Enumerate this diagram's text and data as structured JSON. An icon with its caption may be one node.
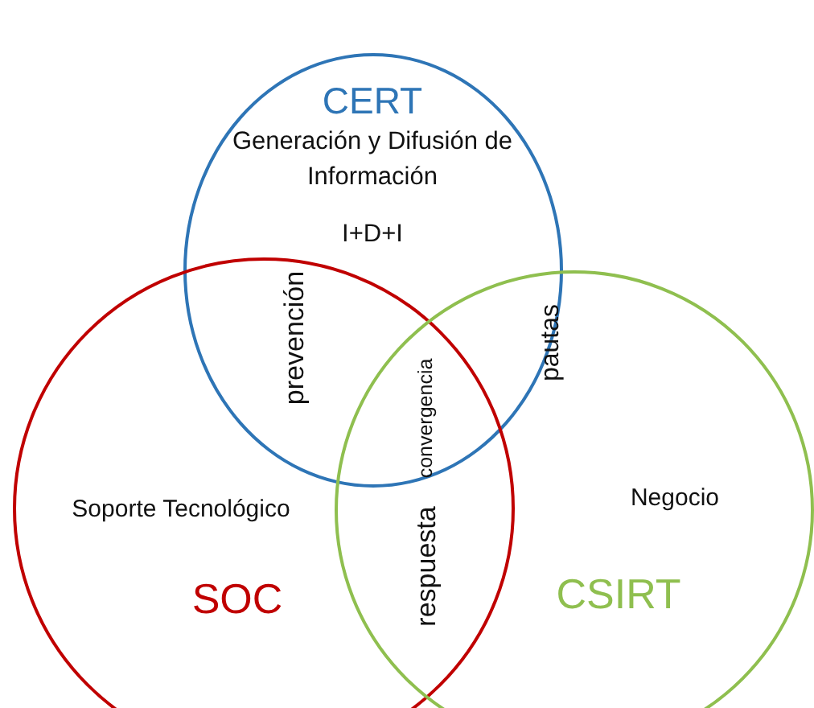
{
  "diagram": {
    "nodes": [
      {
        "text": [
          "CERT",
          "Generación y Difusión de Información",
          "I+D+I"
        ]
      },
      {
        "text": [
          "Soporte Tecnológico",
          "SOC"
        ]
      },
      {
        "text": [
          "Negocio",
          "CSIRT"
        ]
      }
    ],
    "labels": [
      "prevención",
      "convergencia",
      "pautas",
      "respuesta"
    ]
  }
}
